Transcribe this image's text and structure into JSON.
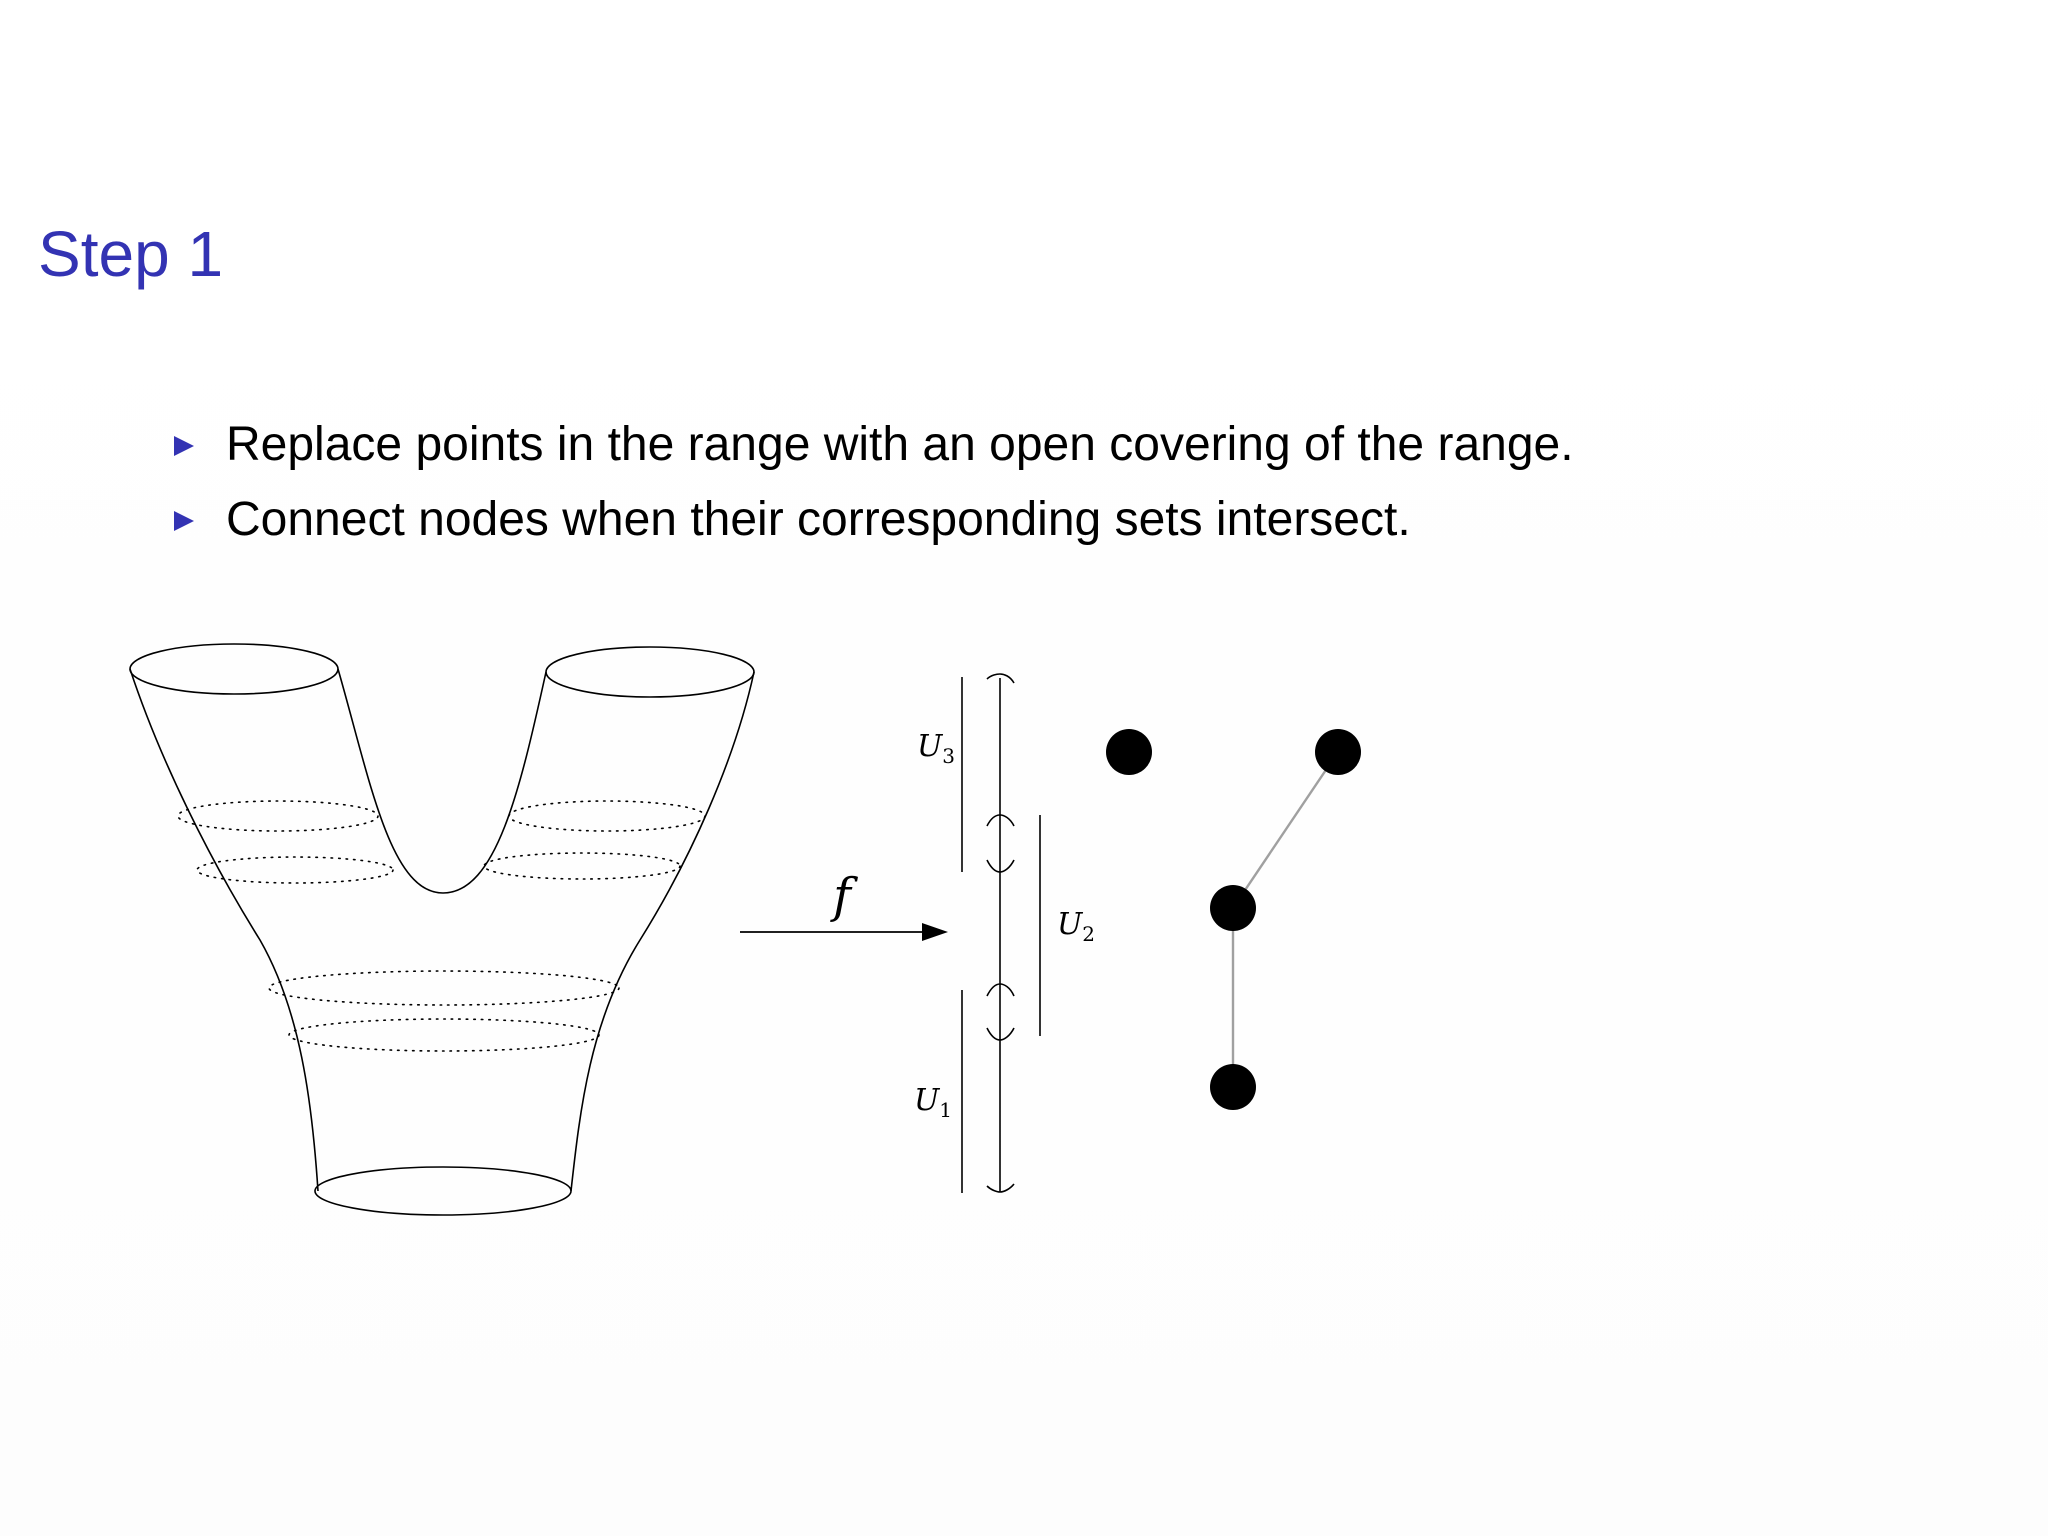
{
  "slide": {
    "title": "Step 1",
    "bullets": [
      {
        "text": "Replace points in the range with an open covering of the range."
      },
      {
        "text": "Connect nodes when their corresponding sets intersect."
      }
    ]
  },
  "diagram": {
    "map_label": "f",
    "intervals": [
      {
        "letter": "U",
        "subscript": "3"
      },
      {
        "letter": "U",
        "subscript": "2"
      },
      {
        "letter": "U",
        "subscript": "1"
      }
    ],
    "graph": {
      "nodes": 4,
      "edges": 2,
      "node_color": "#000000",
      "edge_color": "#a0a0a0"
    }
  },
  "colors": {
    "title": "#3333b3",
    "bullet_marker": "#3333b3",
    "text": "#000000"
  }
}
